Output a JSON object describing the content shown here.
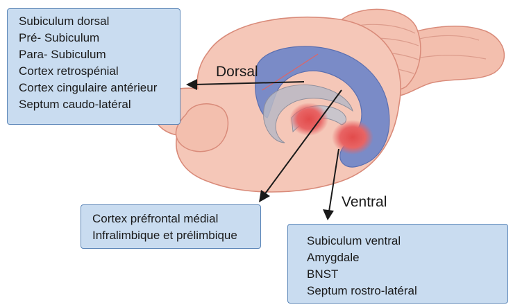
{
  "labels": {
    "dorsal": "Dorsal",
    "ventral": "Ventral"
  },
  "boxes": {
    "dorsal": [
      "Subiculum dorsal",
      "Pré- Subiculum",
      "Para- Subiculum",
      "Cortex retrospénial",
      "Cortex cingulaire antérieur",
      "Septum caudo-latéral"
    ],
    "medial": [
      "Cortex préfrontal médial",
      "Infralimbique et prélimbique"
    ],
    "ventral": [
      "Subiculum ventral",
      "Amygdale",
      "BNST",
      "Septum rostro-latéral"
    ]
  },
  "colors": {
    "brain_fill": "#f5c7b8",
    "brain_stroke": "#d98b7a",
    "hippocampus_blue": "#6f86c8",
    "ventral_red": "#e05a5a",
    "box_fill": "#c9dcf0",
    "box_border": "#5b86b8"
  }
}
